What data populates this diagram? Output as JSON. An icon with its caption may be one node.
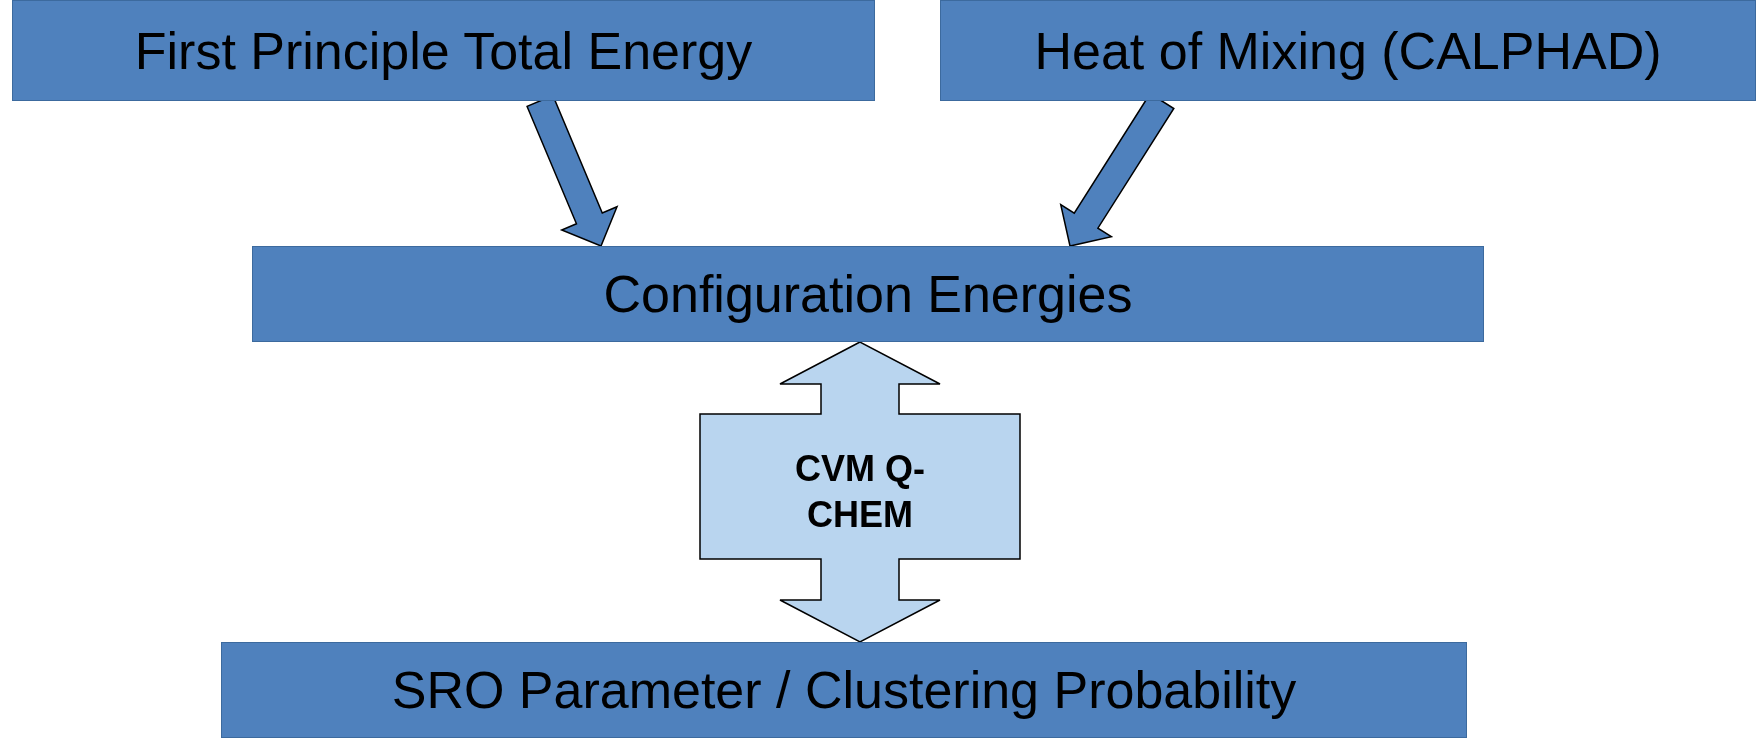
{
  "diagram": {
    "nodes": [
      {
        "text": [
          "First Principle Total Energy"
        ]
      },
      {
        "text": [
          "Heat of Mixing (CALPHAD)"
        ]
      },
      {
        "text": [
          "Configuration Energies"
        ]
      },
      {
        "text": [
          "SRO Parameter / Clustering Probability"
        ]
      }
    ],
    "edges": [
      {
        "from": 0,
        "to": 2,
        "arrow": "to",
        "style": "thick"
      },
      {
        "from": 1,
        "to": 2,
        "arrow": "to",
        "style": "thick"
      },
      {
        "from": 2,
        "to": 3,
        "arrow": "both",
        "style": "thick",
        "label": "CVM Q-CHEM",
        "color": "#b9d5ef"
      }
    ]
  }
}
